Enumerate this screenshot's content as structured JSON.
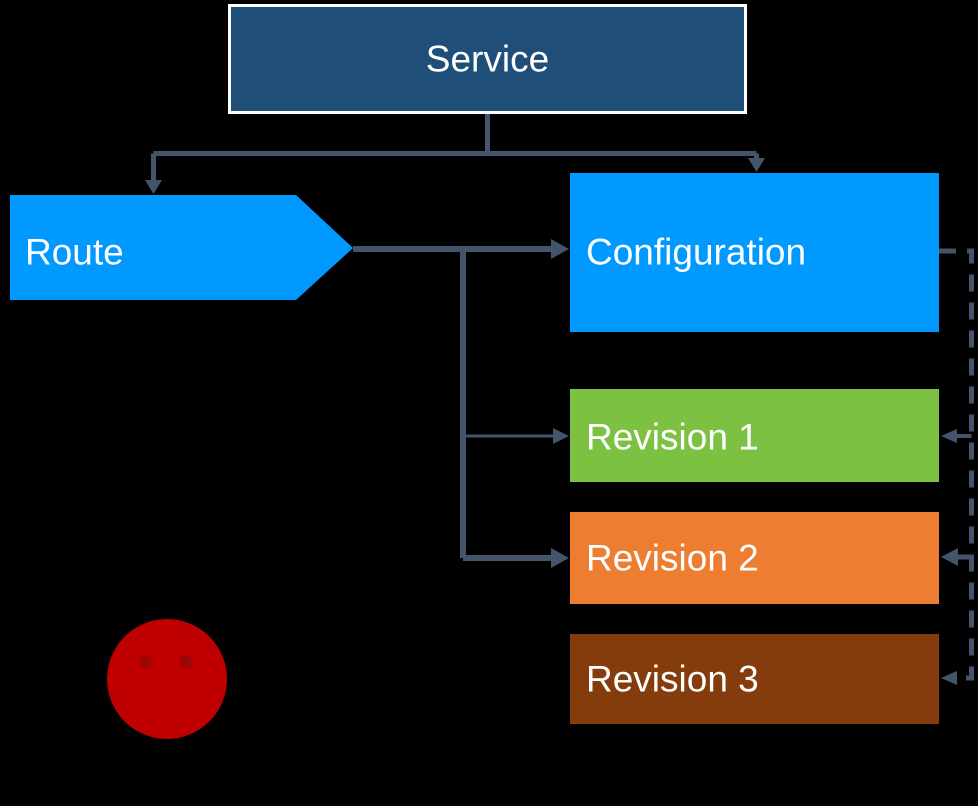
{
  "diagram": {
    "type": "flow-diagram",
    "background_color": "#000000",
    "text_color": "#FFFFFF",
    "connector_color": "#44546A",
    "nodes": {
      "service": {
        "label": "Service",
        "fill": "#1F4E79",
        "border": "#FFFFFF",
        "shape": "rectangle"
      },
      "route": {
        "label": "Route",
        "fill": "#0099FF",
        "shape": "right-arrow"
      },
      "configuration": {
        "label": "Configuration",
        "fill": "#0099FF",
        "shape": "rectangle"
      },
      "revision1": {
        "label": "Revision 1",
        "fill": "#7CC142",
        "shape": "rectangle"
      },
      "revision2": {
        "label": "Revision 2",
        "fill": "#ED7D31",
        "shape": "rectangle"
      },
      "revision3": {
        "label": "Revision 3",
        "fill": "#843C0C",
        "shape": "rectangle"
      },
      "pod": {
        "fill": "#C00000",
        "eye_fill": "#9B0606",
        "shape": "circle-face"
      }
    },
    "edges": [
      {
        "from": "service",
        "to": "route",
        "style": "solid",
        "weight": "normal"
      },
      {
        "from": "service",
        "to": "configuration",
        "style": "solid",
        "weight": "normal"
      },
      {
        "from": "route",
        "to": "configuration",
        "style": "solid",
        "weight": "thick"
      },
      {
        "from": "route",
        "to": "revision1",
        "style": "solid",
        "weight": "thin"
      },
      {
        "from": "route",
        "to": "revision2",
        "style": "solid",
        "weight": "thick"
      },
      {
        "from": "configuration",
        "to": "revision1",
        "style": "dashed",
        "weight": "thin"
      },
      {
        "from": "configuration",
        "to": "revision2",
        "style": "dashed",
        "weight": "thick"
      },
      {
        "from": "configuration",
        "to": "revision3",
        "style": "dashed",
        "weight": "thin"
      }
    ]
  }
}
